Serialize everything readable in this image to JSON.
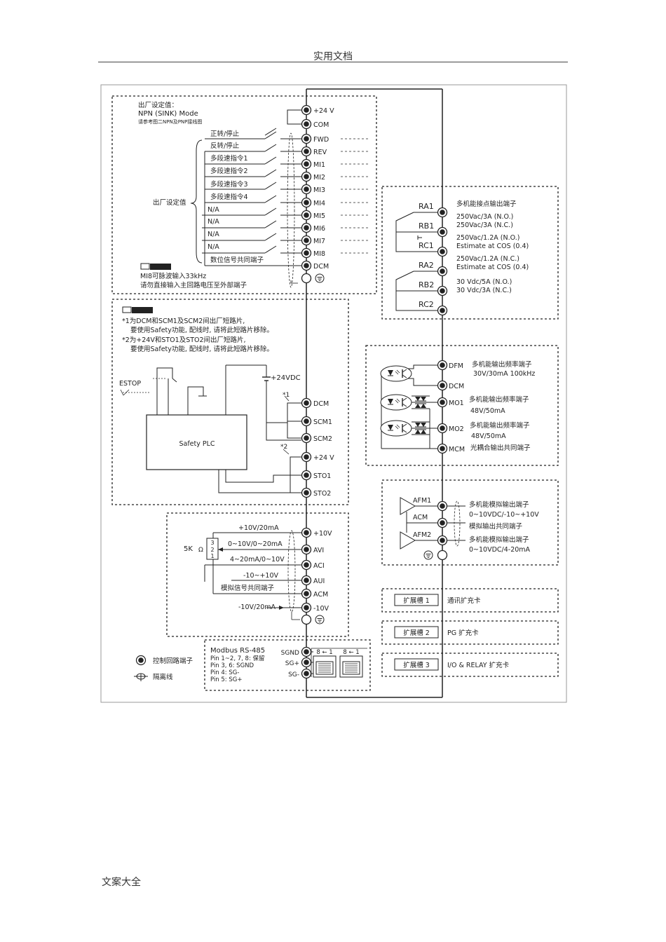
{
  "page": {
    "header": "实用文档",
    "footer": "文案大全"
  },
  "diagram": {
    "top_note": {
      "line1": "出厂设定值：",
      "line2": "NPN (SINK) Mode",
      "line3": "请参考图二NPN及PNP接线图"
    },
    "switch_labels": [
      "正转/停止",
      "反转/停止",
      "多段速指令1",
      "多段速指令2",
      "多段速指令3",
      "多段速指令4",
      "N/A",
      "N/A",
      "N/A",
      "N/A",
      "数位信号共同端子"
    ],
    "factory_label": "出厂设定值",
    "digital_terminals": [
      "+24 V",
      "COM",
      "FWD",
      "REV",
      "MI1",
      "MI2",
      "MI3",
      "MI4",
      "MI5",
      "MI6",
      "MI7",
      "MI8",
      "DCM"
    ],
    "mi8_note": {
      "badge": "NOTE",
      "line1": "MI8可脉波输入33kHz",
      "line2": "请勿直接输入主回路电压至外部端子"
    },
    "safety_note": {
      "badge": "NOTE",
      "line1": "*1为DCM和SCM1及SCM2间出厂短路片,",
      "line2": "要使用Safety功能, 配线时, 请将此短路片移除。",
      "line3": "*2为+24V和STO1及STO2间出厂短路片,",
      "line4": "要使用Safety功能, 配线时, 请将此短路片移除。"
    },
    "safety": {
      "estop": "ESTOP",
      "plc": "Safety PLC",
      "supply": "+24VDC",
      "mark1": "*1",
      "mark2": "*2",
      "terminals": [
        "DCM",
        "SCM1",
        "SCM2",
        "+24 V",
        "STO1",
        "STO2"
      ]
    },
    "analog_in": {
      "pot": "5K",
      "pot_pins": [
        "3",
        "2",
        "1"
      ],
      "signals": [
        "+10V/20mA",
        "0~10V/0~20mA",
        "4~20mA/0~10V",
        "-10~+10V",
        "模拟信号共同端子",
        "-10V/20mA"
      ],
      "terminals": [
        "+10V",
        "AVI",
        "ACI",
        "AUI",
        "ACM",
        "-10V"
      ]
    },
    "comm": {
      "title": "Modbus RS-485",
      "lines": [
        "Pin 1~2, 7, 8: 保留",
        "Pin 3, 6: SGND",
        "Pin 4: SG-",
        "Pin 5: SG+"
      ],
      "terminals": [
        "SGND",
        "SG+",
        "SG-"
      ],
      "ports": [
        "8 ← 1",
        "8 ← 1"
      ]
    },
    "legend": {
      "terminal": "控制回路端子",
      "shield": "隔离线"
    },
    "relay": {
      "terminals": [
        "RA1",
        "RB1",
        "RC1",
        "RA2",
        "RB2",
        "RC2"
      ],
      "lines": [
        "多机能接点输出端子",
        "250Vac/3A (N.O.)",
        "250Vac/3A (N.C.)",
        "250Vac/1.2A (N.O.)",
        "Estimate at COS (0.4)",
        "250Vac/1.2A (N.C.)",
        "Estimate at COS (0.4)",
        "30 Vdc/5A (N.O.)",
        "30 Vdc/3A (N.C.)"
      ]
    },
    "outputs": {
      "terminals": [
        "DFM",
        "DCM",
        "MO1",
        "MO2",
        "MCM"
      ],
      "dfm": [
        "多机能输出频率端子",
        "30V/30mA 100kHz"
      ],
      "mo1": [
        "多机能输出频率端子",
        "48V/50mA"
      ],
      "mo2": [
        "多机能输出频率端子",
        "48V/50mA"
      ],
      "mcm": "光耦合输出共同端子"
    },
    "analog_out": {
      "terminals": [
        "AFM1",
        "ACM",
        "AFM2"
      ],
      "afm1": [
        "多机能模拟输出端子",
        "0~10VDC/-10~+10V"
      ],
      "acm": "模拟输出共同端子",
      "afm2": [
        "多机能模拟输出端子",
        "0~10VDC/4-20mA"
      ]
    },
    "slots": [
      {
        "name": "扩展槽 1",
        "desc": "通讯扩充卡"
      },
      {
        "name": "扩展槽 2",
        "desc": "PG 扩充卡"
      },
      {
        "name": "扩展槽 3",
        "desc": "I/O & RELAY 扩充卡"
      }
    ],
    "colors": {
      "ink": "#222222",
      "frame": "#999999",
      "paper": "#ffffff"
    }
  }
}
